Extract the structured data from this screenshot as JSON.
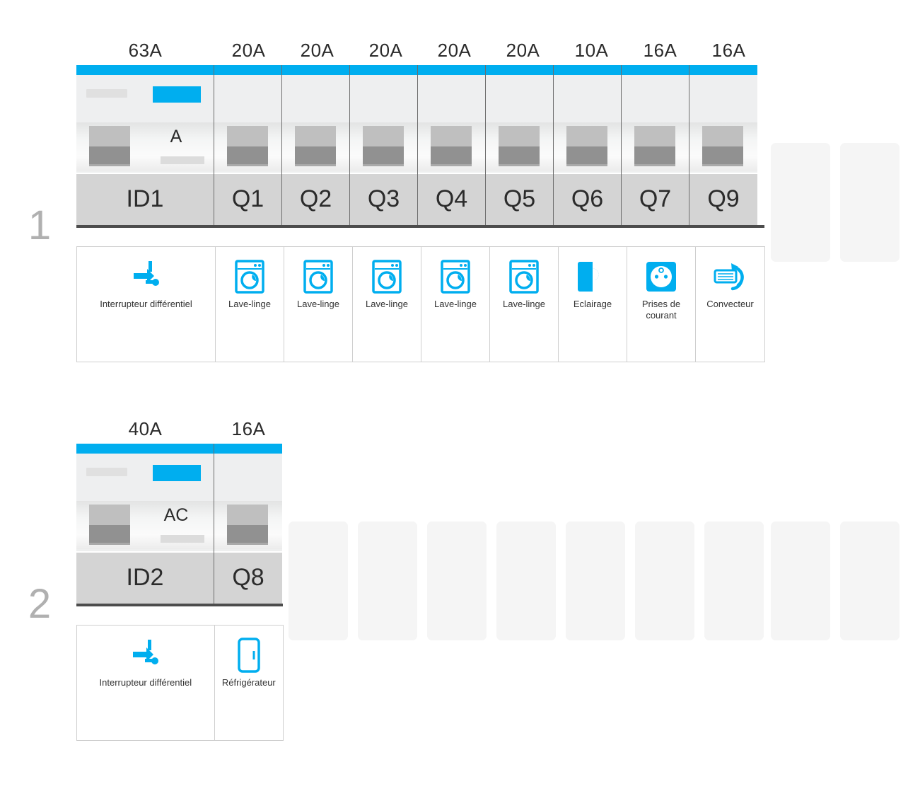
{
  "theme": {
    "accent": "#00aeef",
    "module_body": "#eeeff0",
    "label_band": "#d4d4d4",
    "row_number_color": "#b0b0b0",
    "empty_slot_color": "#f5f5f5",
    "text_color": "#2b2b2b"
  },
  "rows": [
    {
      "number": "1",
      "modules": [
        {
          "amp": "63A",
          "ref": "ID1",
          "type_marking": "A",
          "kind": "differential-switch",
          "icon": "differential-switch-icon",
          "legend": "Interrupteur différentiel",
          "width": "double"
        },
        {
          "amp": "20A",
          "ref": "Q1",
          "type_marking": "",
          "kind": "breaker",
          "icon": "washing-machine-icon",
          "legend": "Lave-linge",
          "width": "single"
        },
        {
          "amp": "20A",
          "ref": "Q2",
          "type_marking": "",
          "kind": "breaker",
          "icon": "washing-machine-icon",
          "legend": "Lave-linge",
          "width": "single"
        },
        {
          "amp": "20A",
          "ref": "Q3",
          "type_marking": "",
          "kind": "breaker",
          "icon": "washing-machine-icon",
          "legend": "Lave-linge",
          "width": "single"
        },
        {
          "amp": "20A",
          "ref": "Q4",
          "type_marking": "",
          "kind": "breaker",
          "icon": "washing-machine-icon",
          "legend": "Lave-linge",
          "width": "single"
        },
        {
          "amp": "20A",
          "ref": "Q5",
          "type_marking": "",
          "kind": "breaker",
          "icon": "washing-machine-icon",
          "legend": "Lave-linge",
          "width": "single"
        },
        {
          "amp": "10A",
          "ref": "Q6",
          "type_marking": "",
          "kind": "breaker",
          "icon": "lighting-icon",
          "legend": "Eclairage",
          "width": "single"
        },
        {
          "amp": "16A",
          "ref": "Q7",
          "type_marking": "",
          "kind": "breaker",
          "icon": "power-socket-icon",
          "legend": "Prises de courant",
          "width": "single"
        },
        {
          "amp": "16A",
          "ref": "Q9",
          "type_marking": "",
          "kind": "breaker",
          "icon": "convector-icon",
          "legend": "Convecteur",
          "width": "single"
        }
      ],
      "empty_slots": 2
    },
    {
      "number": "2",
      "modules": [
        {
          "amp": "40A",
          "ref": "ID2",
          "type_marking": "AC",
          "kind": "differential-switch",
          "icon": "differential-switch-icon",
          "legend": "Interrupteur différentiel",
          "width": "double"
        },
        {
          "amp": "16A",
          "ref": "Q8",
          "type_marking": "",
          "kind": "breaker",
          "icon": "refrigerator-icon",
          "legend": "Réfrigérateur",
          "width": "single"
        }
      ],
      "empty_slots": 9
    }
  ]
}
